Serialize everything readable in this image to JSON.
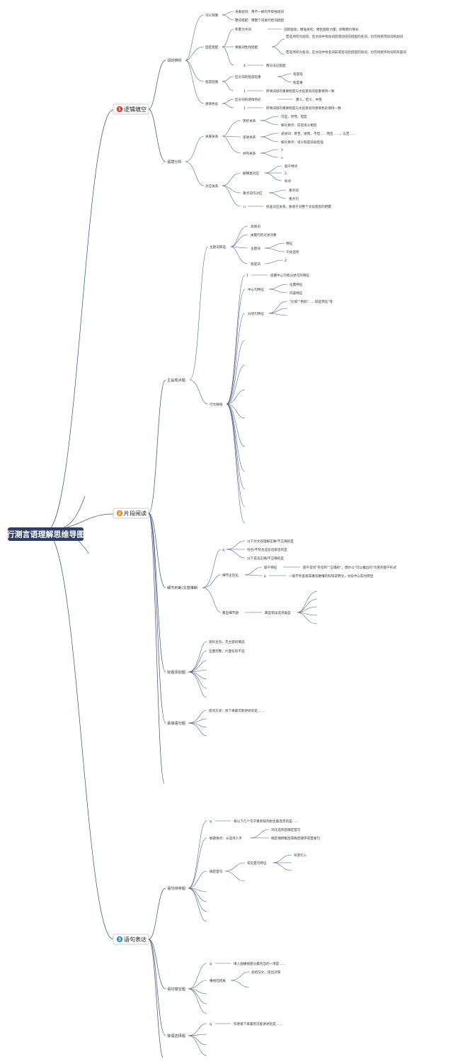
{
  "root": {
    "label": "行测言语理解思维导图"
  },
  "colors": {
    "root_bg": "#2e3f66",
    "line": "#3a4a7a",
    "badge1": "#d83a2c",
    "badge2": "#e88b1c",
    "badge3": "#2a8fcf"
  },
  "branches": [
    {
      "num": "1",
      "label": "逻辑填空"
    },
    {
      "num": "2",
      "label": "片段阅读"
    },
    {
      "num": "3",
      "label": "语句表达"
    }
  ],
  "b1": {
    "l2": [
      "词的辨析",
      "语境分析"
    ],
    "ci": {
      "l3": [
        "词义侧重",
        "固定搭配",
        "程度轻重",
        "感情色彩"
      ],
      "items": [
        "语素组词：用不一样的字单独组词",
        "整词搭配：用整个词进行结词搭配",
        "积累为点词",
        "创新驱动；精准扶贫；催生国际力量；抑制费价增长",
        "根据词性找搭配",
        "若选项均为动词，在文段中找动词后或动词前搭配的名词，也可找修饰动词的副词",
        "若选项均为名词，在文段中找名词前或名词后搭配的动词，也可找修饰动词的形容词",
        "4",
        "两分法记搭配",
        "区分词的程度轻重",
        "程度轻",
        "程度重",
        "1",
        "所填词语的重要程度与文段意思的轻重保持一致",
        "区分词的感情色彩",
        "褒义，贬义，中性",
        "1",
        "所填词语的重要程度与文段意思的感情色彩保持一致"
      ]
    },
    "yu": {
      "l3": [
        "关联关系",
        "对应关系"
      ],
      "items": [
        "转折关系",
        "可是，然而，但是",
        "解论要点：前后语义相反",
        "递进关系",
        "递进词：甚至，进而，不但……而且……，以至……",
        "解论要点：语义程度前弱后强",
        "并列关系",
        "1",
        "n",
        "解释类对应",
        "题干特点",
        "2",
        "标点",
        "重点词句对应",
        "重点词",
        "重点句",
        "n",
        "找准对应关系，要基于对整个文段意思的把握"
      ]
    }
  },
  "b2": {
    "l2": [
      "主旨观点题",
      "细节判断/文意推断",
      "标题添加题",
      "承接语句题"
    ],
    "zhu": {
      "l3": [
        "主题词筛选",
        "行文脉络"
      ],
      "items": [
        "高频词",
        "关键句的论述对象",
        "主题词",
        "特征",
        "干扰选项",
        "程度词",
        "2",
        "1",
        "提醒中心句和分述句的特征",
        "中心句特征",
        "位置特征",
        "内容特征",
        "分述句特征",
        "\"比如\"\"例如\"……就是例证\"等"
      ]
    },
    "xi": {
      "l3": [
        "q",
        "细节主旨化",
        "典型细节题"
      ],
      "items": [
        "以下对文段理解正确/不正确的是",
        "符合/不符合这段话意思的是",
        "以下说法正确/不正确的是",
        "题干特征",
        "题干常问\"符合的\"\"正确的\"，偶尔以\"可以推出的\"为变形题干形式",
        "p",
        "一般不考查极其难读难懂的科技说明文，文段中心较为明显",
        "典型错误选项类型"
      ]
    },
    "biao": {
      "items": [
        "紧扣主旨，无主题的慎选",
        "全面完整，片面化的不选"
      ]
    },
    "cheng": {
      "items": [
        "提问方式：接下来最可能讲述的是……"
      ]
    }
  },
  "b3": {
    "l2": [
      "语句排序题",
      "语句填空题",
      "接语选择题"
    ],
    "pai": {
      "items": [
        "q",
        "将以下几个句子重新排列组合最连贯的是……",
        "解题要点：从选项入手",
        "对比选项后确定首句",
        "确定捆绑集团或确定顺序或首尾句",
        "确定首句",
        "常见首句特征",
        "背景引入"
      ]
    },
    "tian": {
      "items": [
        "q",
        "填入画横线部分最恰当的一项是……",
        "横线在结尾",
        "总结前文，提出对策"
      ]
    },
    "jie": {
      "items": [
        "q",
        "作者接下来最有可能讲述的是……"
      ]
    }
  }
}
